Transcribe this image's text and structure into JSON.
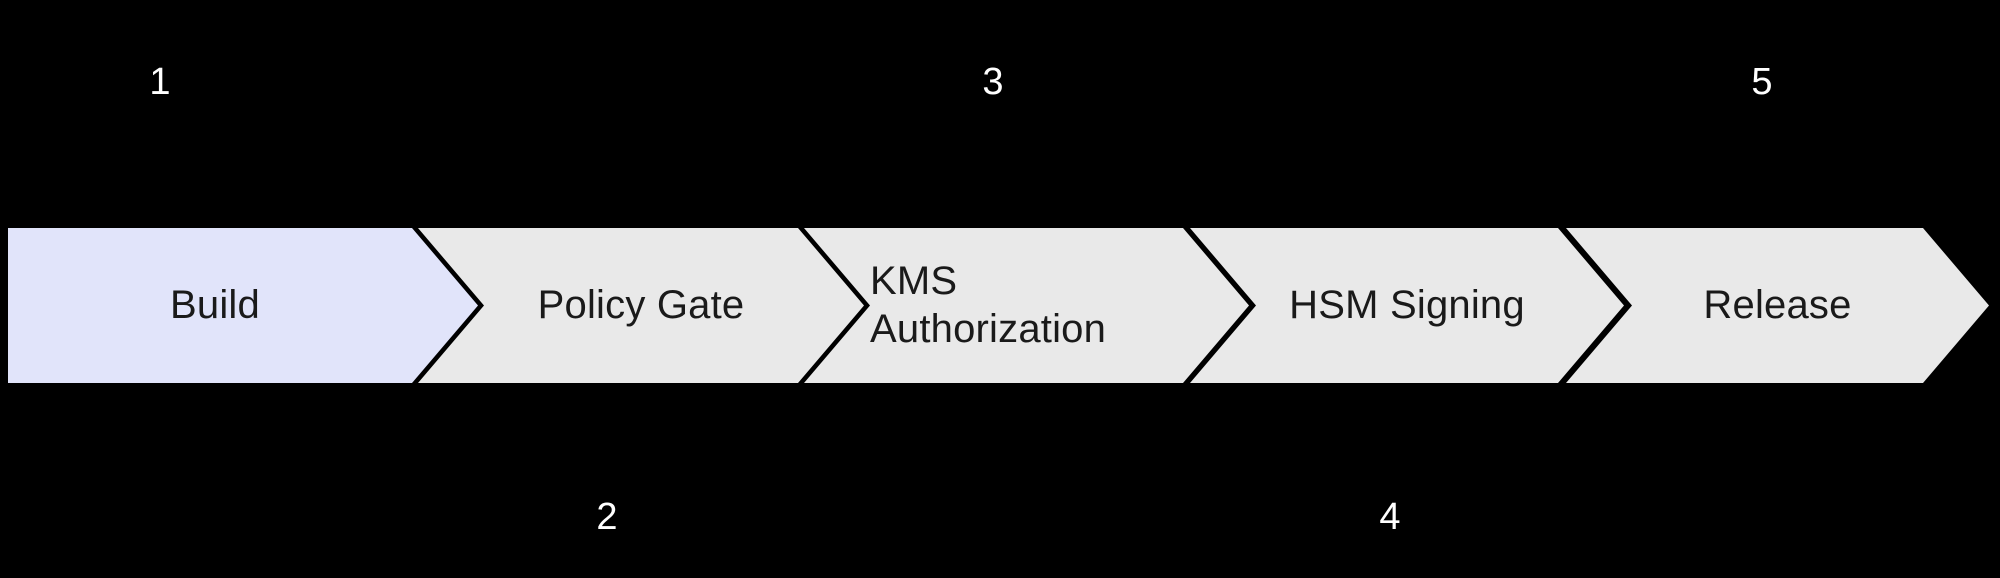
{
  "diagram": {
    "background": "#000000",
    "type": "process-flow-chevrons",
    "steps": [
      {
        "label": "Build",
        "number": "1",
        "number_position": "above",
        "fill": "#e1e4fa",
        "active": true
      },
      {
        "label": "Policy Gate",
        "number": "2",
        "number_position": "below",
        "fill": "#e9e9e9",
        "active": false
      },
      {
        "label": "KMS Authorization",
        "number": "3",
        "number_position": "above",
        "fill": "#e9e9e9",
        "active": false
      },
      {
        "label": "HSM Signing",
        "number": "4",
        "number_position": "below",
        "fill": "#e9e9e9",
        "active": false
      },
      {
        "label": "Release",
        "number": "5",
        "number_position": "above",
        "fill": "#e9e9e9",
        "active": false
      }
    ],
    "colors": {
      "active_step_fill": "#e1e4fa",
      "default_step_fill": "#e9e9e9",
      "step_label_text": "#1a1a1a",
      "step_number_text": "#ffffff"
    }
  }
}
